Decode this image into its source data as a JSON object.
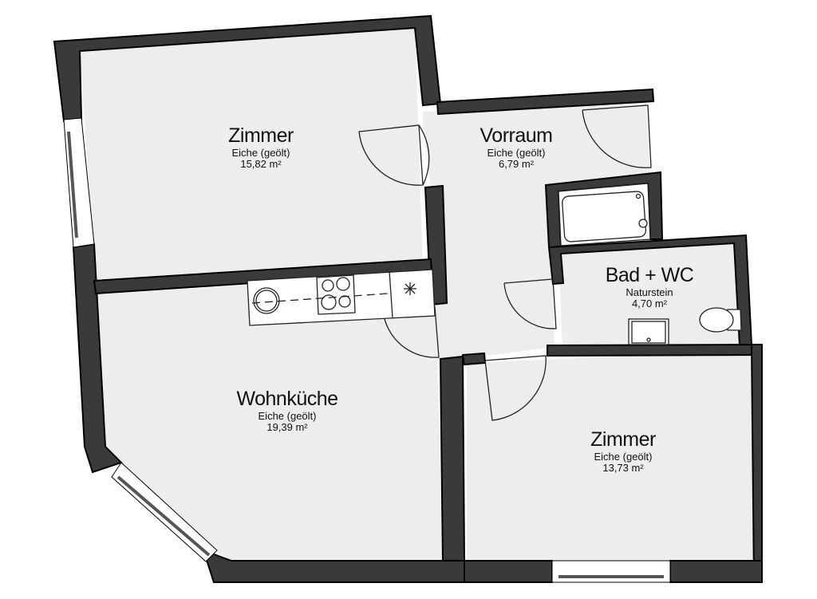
{
  "plan": {
    "colors": {
      "wall": "#3a3a3a",
      "wall_outline": "#000000",
      "floor": "#ededed",
      "fixture": "#ffffff",
      "background": "#ffffff"
    },
    "rooms": [
      {
        "id": "zimmer-1",
        "name": "Zimmer",
        "floor": "Eiche (geölt)",
        "area": "15,82 m²"
      },
      {
        "id": "vorraum",
        "name": "Vorraum",
        "floor": "Eiche (geölt)",
        "area": "6,79 m²"
      },
      {
        "id": "bad-wc",
        "name": "Bad + WC",
        "floor": "Naturstein",
        "area": "4,70 m²"
      },
      {
        "id": "wohnkueche",
        "name": "Wohnküche",
        "floor": "Eiche (geölt)",
        "area": "19,39 m²"
      },
      {
        "id": "zimmer-2",
        "name": "Zimmer",
        "floor": "Eiche (geölt)",
        "area": "13,73 m²"
      }
    ],
    "fixtures": [
      "sink-icon",
      "cooktop-icon",
      "extractor-icon",
      "bathtub-icon",
      "washbasin-icon",
      "toilet-icon"
    ],
    "windows": [
      "window-west",
      "window-diagonal",
      "window-south"
    ],
    "doors": [
      "door-zimmer-1",
      "door-entrance",
      "door-wohnkueche",
      "door-bad",
      "door-zimmer-2"
    ]
  }
}
